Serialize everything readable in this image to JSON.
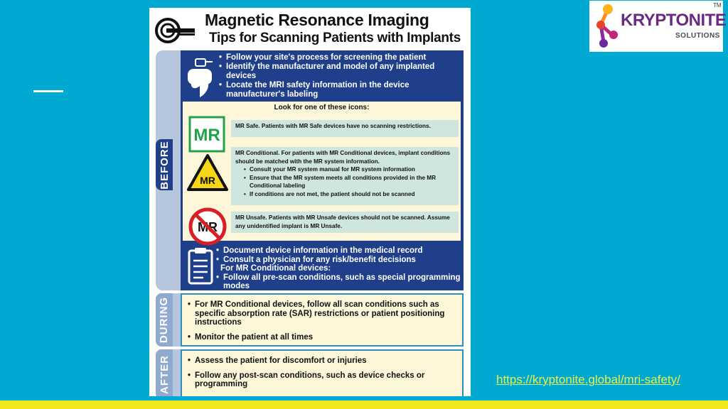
{
  "poster": {
    "title": "Magnetic Resonance Imaging",
    "subtitle": "Tips for Scanning Patients with Implants",
    "before_label": "BEFORE",
    "during_label": "DURING",
    "after_label": "AFTER",
    "before_top": [
      "Follow your site's process for screening the patient",
      "Identify the manufacturer and model of any implanted devices",
      "Locate the MRI safety information in the device manufacturer's labeling"
    ],
    "icons_heading": "Look for one of these icons:",
    "mr_safe": {
      "icon_text": "MR",
      "text": "MR Safe. Patients with MR Safe devices have no scanning restrictions."
    },
    "mr_conditional": {
      "icon_text": "MR",
      "text": "MR Conditional. For patients with MR Conditional devices, implant conditions should be matched with the MR system information.",
      "bullets": [
        "Consult your MR system manual for MR system information",
        "Ensure that the MR system meets all conditions provided in the MR Conditional labeling",
        "If conditions are not met, the patient should not be scanned"
      ]
    },
    "mr_unsafe": {
      "icon_text": "MR",
      "text": "MR Unsafe. Patients with MR Unsafe devices should not be scanned. Assume any unidentified implant is MR Unsafe."
    },
    "before_bottom": [
      "Document device information in the medical record",
      "Consult a physician for any risk/benefit decisions"
    ],
    "conditional_heading": "For MR Conditional devices:",
    "conditional_bullet": "Follow all pre-scan conditions, such as special programming modes",
    "during_items": [
      "For MR Conditional devices, follow all scan conditions such as specific absorption rate (SAR) restrictions or patient positioning instructions",
      "Monitor the patient at all times"
    ],
    "after_items": [
      "Assess the patient for discomfort or injuries",
      "Follow any post-scan conditions, such as device checks or programming"
    ]
  },
  "brand": {
    "name": "KRYPTONITE",
    "sub": "SOLUTIONS",
    "tm": "TM"
  },
  "link": "https://kryptonite.global/mri-safety/",
  "colors": {
    "background": "#00a9d2",
    "bottom_bar": "#f3e81f",
    "poster_navy": "#1f3f8a",
    "logo_purple": "#6b2a82"
  }
}
